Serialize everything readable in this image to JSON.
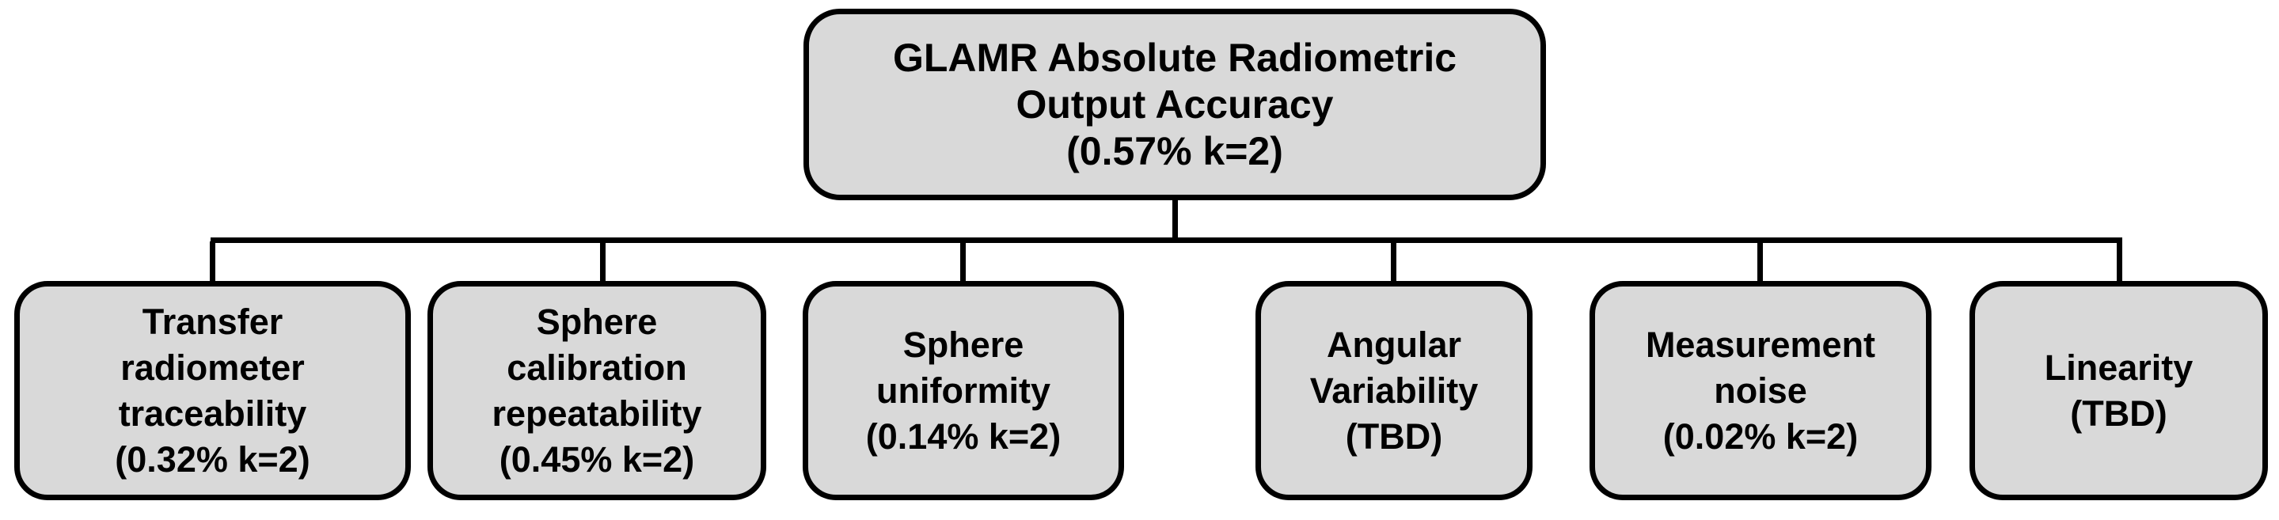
{
  "colors": {
    "node_fill": "#d9d9d9",
    "node_border": "#000000",
    "connector": "#000000",
    "text": "#000000",
    "background": "#ffffff"
  },
  "tree": {
    "root": {
      "label": "GLAMR Absolute Radiometric Output Accuracy",
      "value": "(0.57% k=2)",
      "text": "GLAMR Absolute Radiometric\nOutput Accuracy\n(0.57% k=2)"
    },
    "children": [
      {
        "label": "Transfer radiometer traceability",
        "value": "(0.32% k=2)",
        "text": "Transfer\nradiometer\ntraceability\n(0.32% k=2)"
      },
      {
        "label": "Sphere calibration repeatability",
        "value": "(0.45% k=2)",
        "text": "Sphere\ncalibration\nrepeatability\n(0.45% k=2)"
      },
      {
        "label": "Sphere uniformity",
        "value": "(0.14% k=2)",
        "text": "Sphere\nuniformity\n(0.14% k=2)"
      },
      {
        "label": "Angular Variability",
        "value": "(TBD)",
        "text": "Angular\nVariability\n(TBD)"
      },
      {
        "label": "Measurement noise",
        "value": "(0.02% k=2)",
        "text": "Measurement\nnoise\n(0.02% k=2)"
      },
      {
        "label": "Linearity",
        "value": "(TBD)",
        "text": "Linearity\n(TBD)"
      }
    ]
  }
}
